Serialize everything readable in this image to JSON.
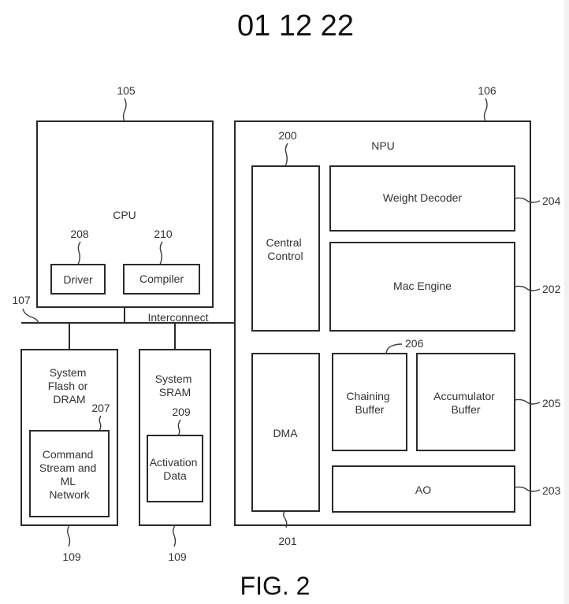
{
  "header": {
    "title": "01 12 22"
  },
  "figure_caption": "FIG. 2",
  "refs": {
    "cpu": "105",
    "npu": "106",
    "interconnect": "107",
    "flash_dram": "109",
    "sram": "109",
    "driver": "208",
    "compiler": "210",
    "command_stream": "207",
    "activation_data": "209",
    "central_control": "200",
    "dma": "201",
    "weight_decoder": "204",
    "mac_engine": "202",
    "chaining_buffer": "206",
    "accumulator_buffer": "205",
    "ao": "203"
  },
  "blocks": {
    "cpu": "CPU",
    "driver": "Driver",
    "compiler": "Compiler",
    "interconnect": "Interconnect",
    "flash_dram": [
      "System",
      "Flash or",
      "DRAM"
    ],
    "command_stream": [
      "Command",
      "Stream and",
      "ML",
      "Network"
    ],
    "sram": [
      "System",
      "SRAM"
    ],
    "activation_data": [
      "Activation",
      "Data"
    ],
    "npu": "NPU",
    "central_control": [
      "Central",
      "Control"
    ],
    "weight_decoder": "Weight Decoder",
    "mac_engine": "Mac Engine",
    "dma": "DMA",
    "chaining_buffer": [
      "Chaining",
      "Buffer"
    ],
    "accumulator_buffer": [
      "Accumulator",
      "Buffer"
    ],
    "ao": "AO"
  }
}
